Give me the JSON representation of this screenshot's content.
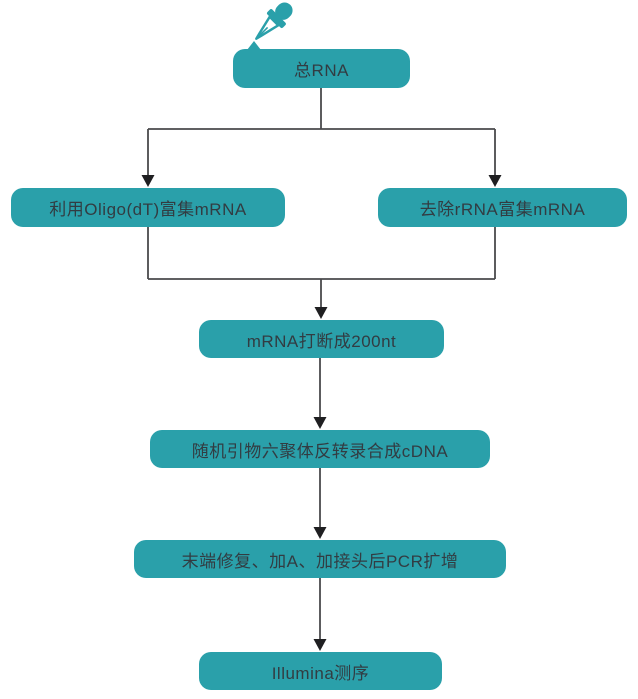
{
  "nodes": {
    "total_rna": "总RNA",
    "oligo_dt": "利用Oligo(dT)富集mRNA",
    "rrna_removal": "去除rRNA富集mRNA",
    "fragmentation": "mRNA打断成200nt",
    "cdna_synthesis": "随机引物六聚体反转录合成cDNA",
    "pcr": "末端修复、加A、加接头后PCR扩增",
    "sequencing": "Illumina测序"
  },
  "icon": {
    "name": "dropper-icon"
  },
  "colors": {
    "node_bg": "#2aa0aa",
    "node_text": "#323c42",
    "connector": "#4a4a4c",
    "arrowhead": "#1f1f21",
    "canvas_bg": "#ffffff",
    "accent": "#2aa0aa"
  }
}
